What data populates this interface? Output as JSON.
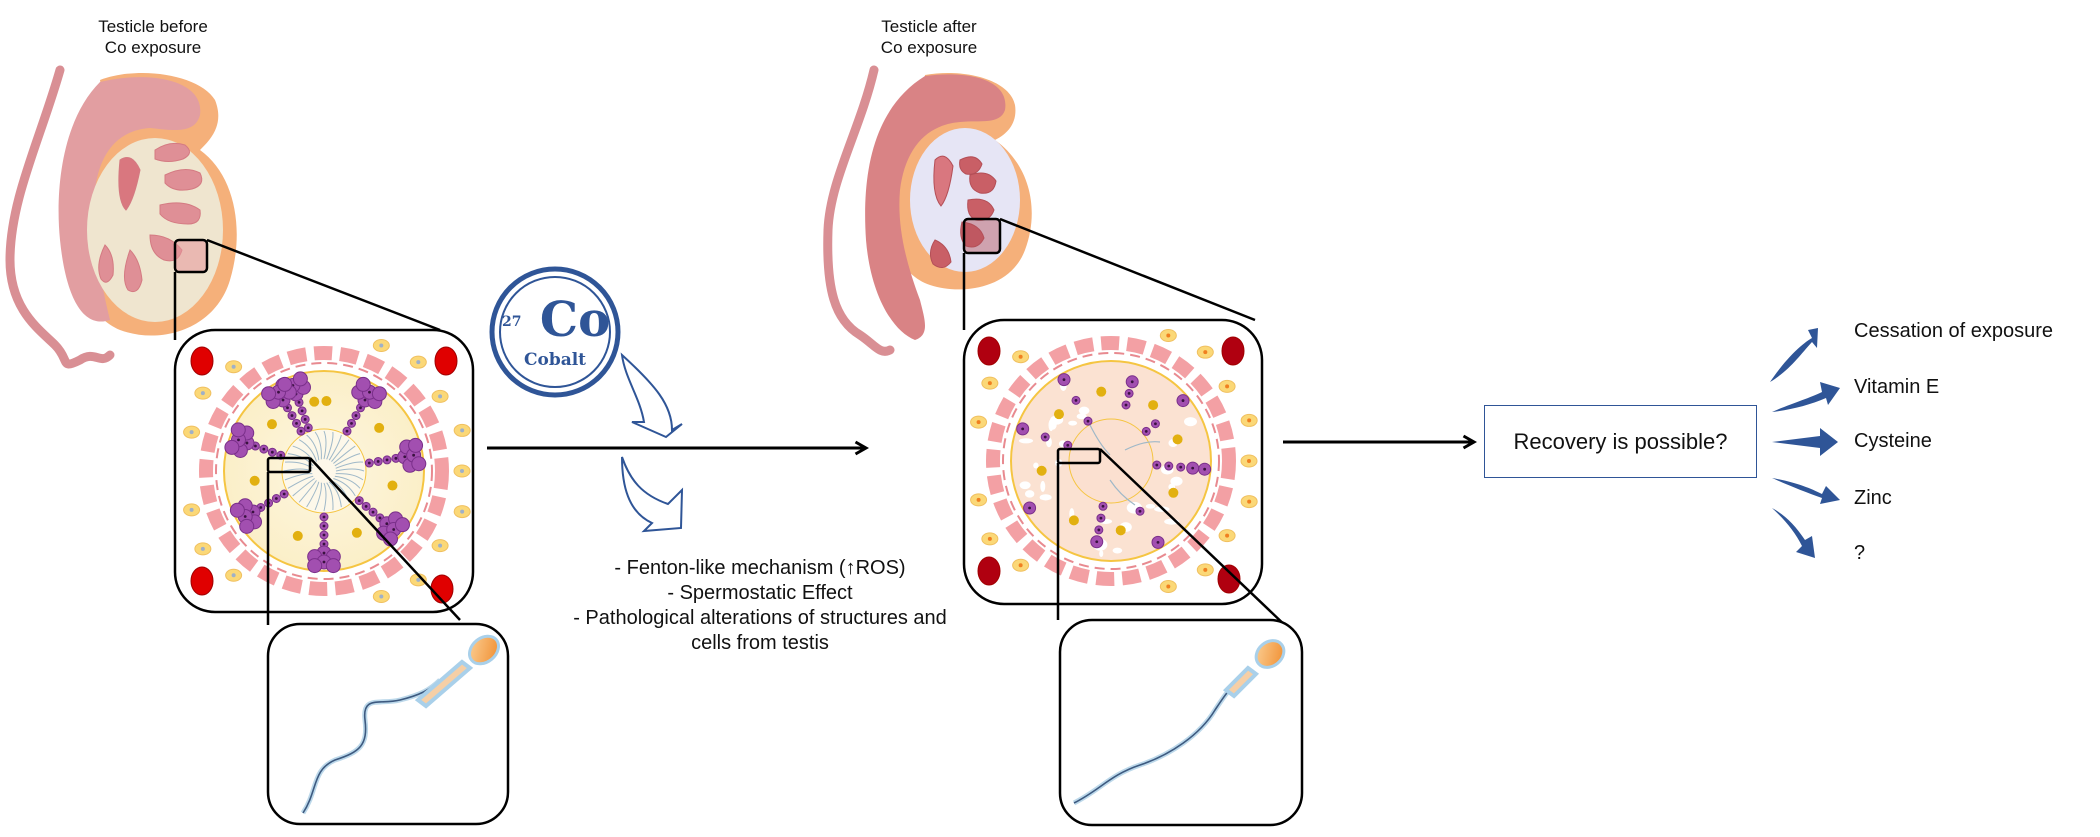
{
  "before": {
    "caption_line1": "Testicle before",
    "caption_line2": "Co exposure"
  },
  "after": {
    "caption_line1": "Testicle after",
    "caption_line2": "Co exposure"
  },
  "cobalt": {
    "atomic_number": "27",
    "symbol": "Co",
    "name": "Cobalt",
    "color": "#2f5597"
  },
  "effects": [
    "-  Fenton-like mechanism (↑ROS)",
    "-  Spermostatic Effect",
    "-  Pathological alterations of structures and",
    "cells from testis"
  ],
  "recovery": {
    "question": "Recovery is possible?",
    "options": [
      "Cessation of exposure",
      "Vitamin E",
      "Cysteine",
      "Zinc",
      "?"
    ],
    "arrow_color": "#2f5597"
  }
}
